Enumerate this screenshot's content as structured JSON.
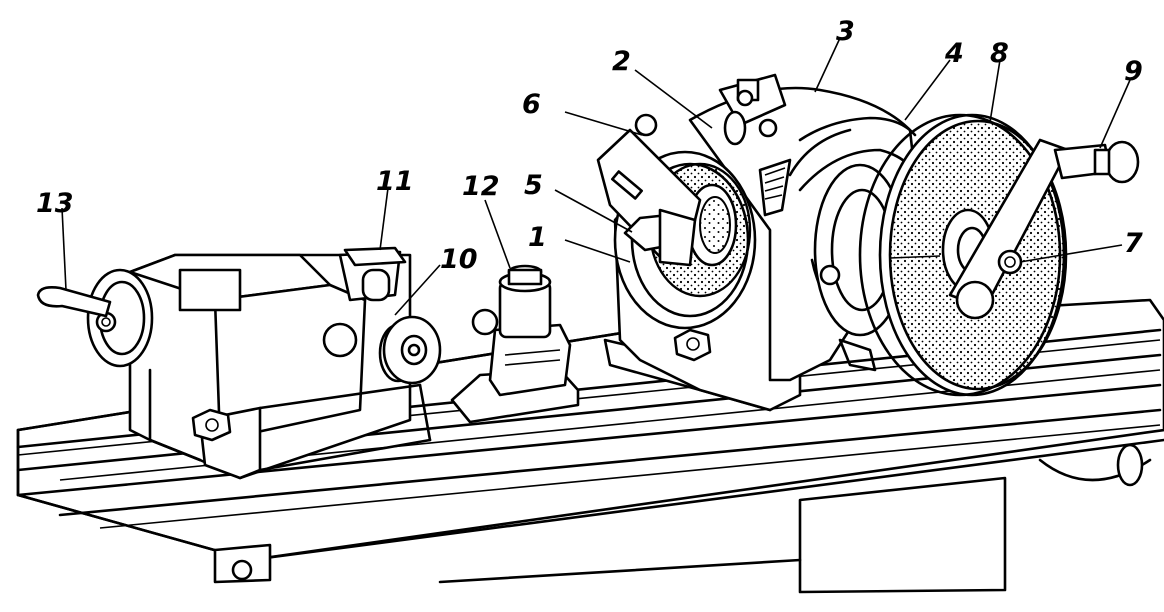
{
  "labels": [
    {
      "id": "1",
      "text": "1"
    },
    {
      "id": "2",
      "text": "2"
    },
    {
      "id": "3",
      "text": "3"
    },
    {
      "id": "4",
      "text": "4"
    },
    {
      "id": "5",
      "text": "5"
    },
    {
      "id": "6",
      "text": "6"
    },
    {
      "id": "7",
      "text": "7"
    },
    {
      "id": "8",
      "text": "8"
    },
    {
      "id": "9",
      "text": "9"
    },
    {
      "id": "10",
      "text": "10"
    },
    {
      "id": "11",
      "text": "11"
    },
    {
      "id": "12",
      "text": "12"
    },
    {
      "id": "13",
      "text": "13"
    }
  ]
}
